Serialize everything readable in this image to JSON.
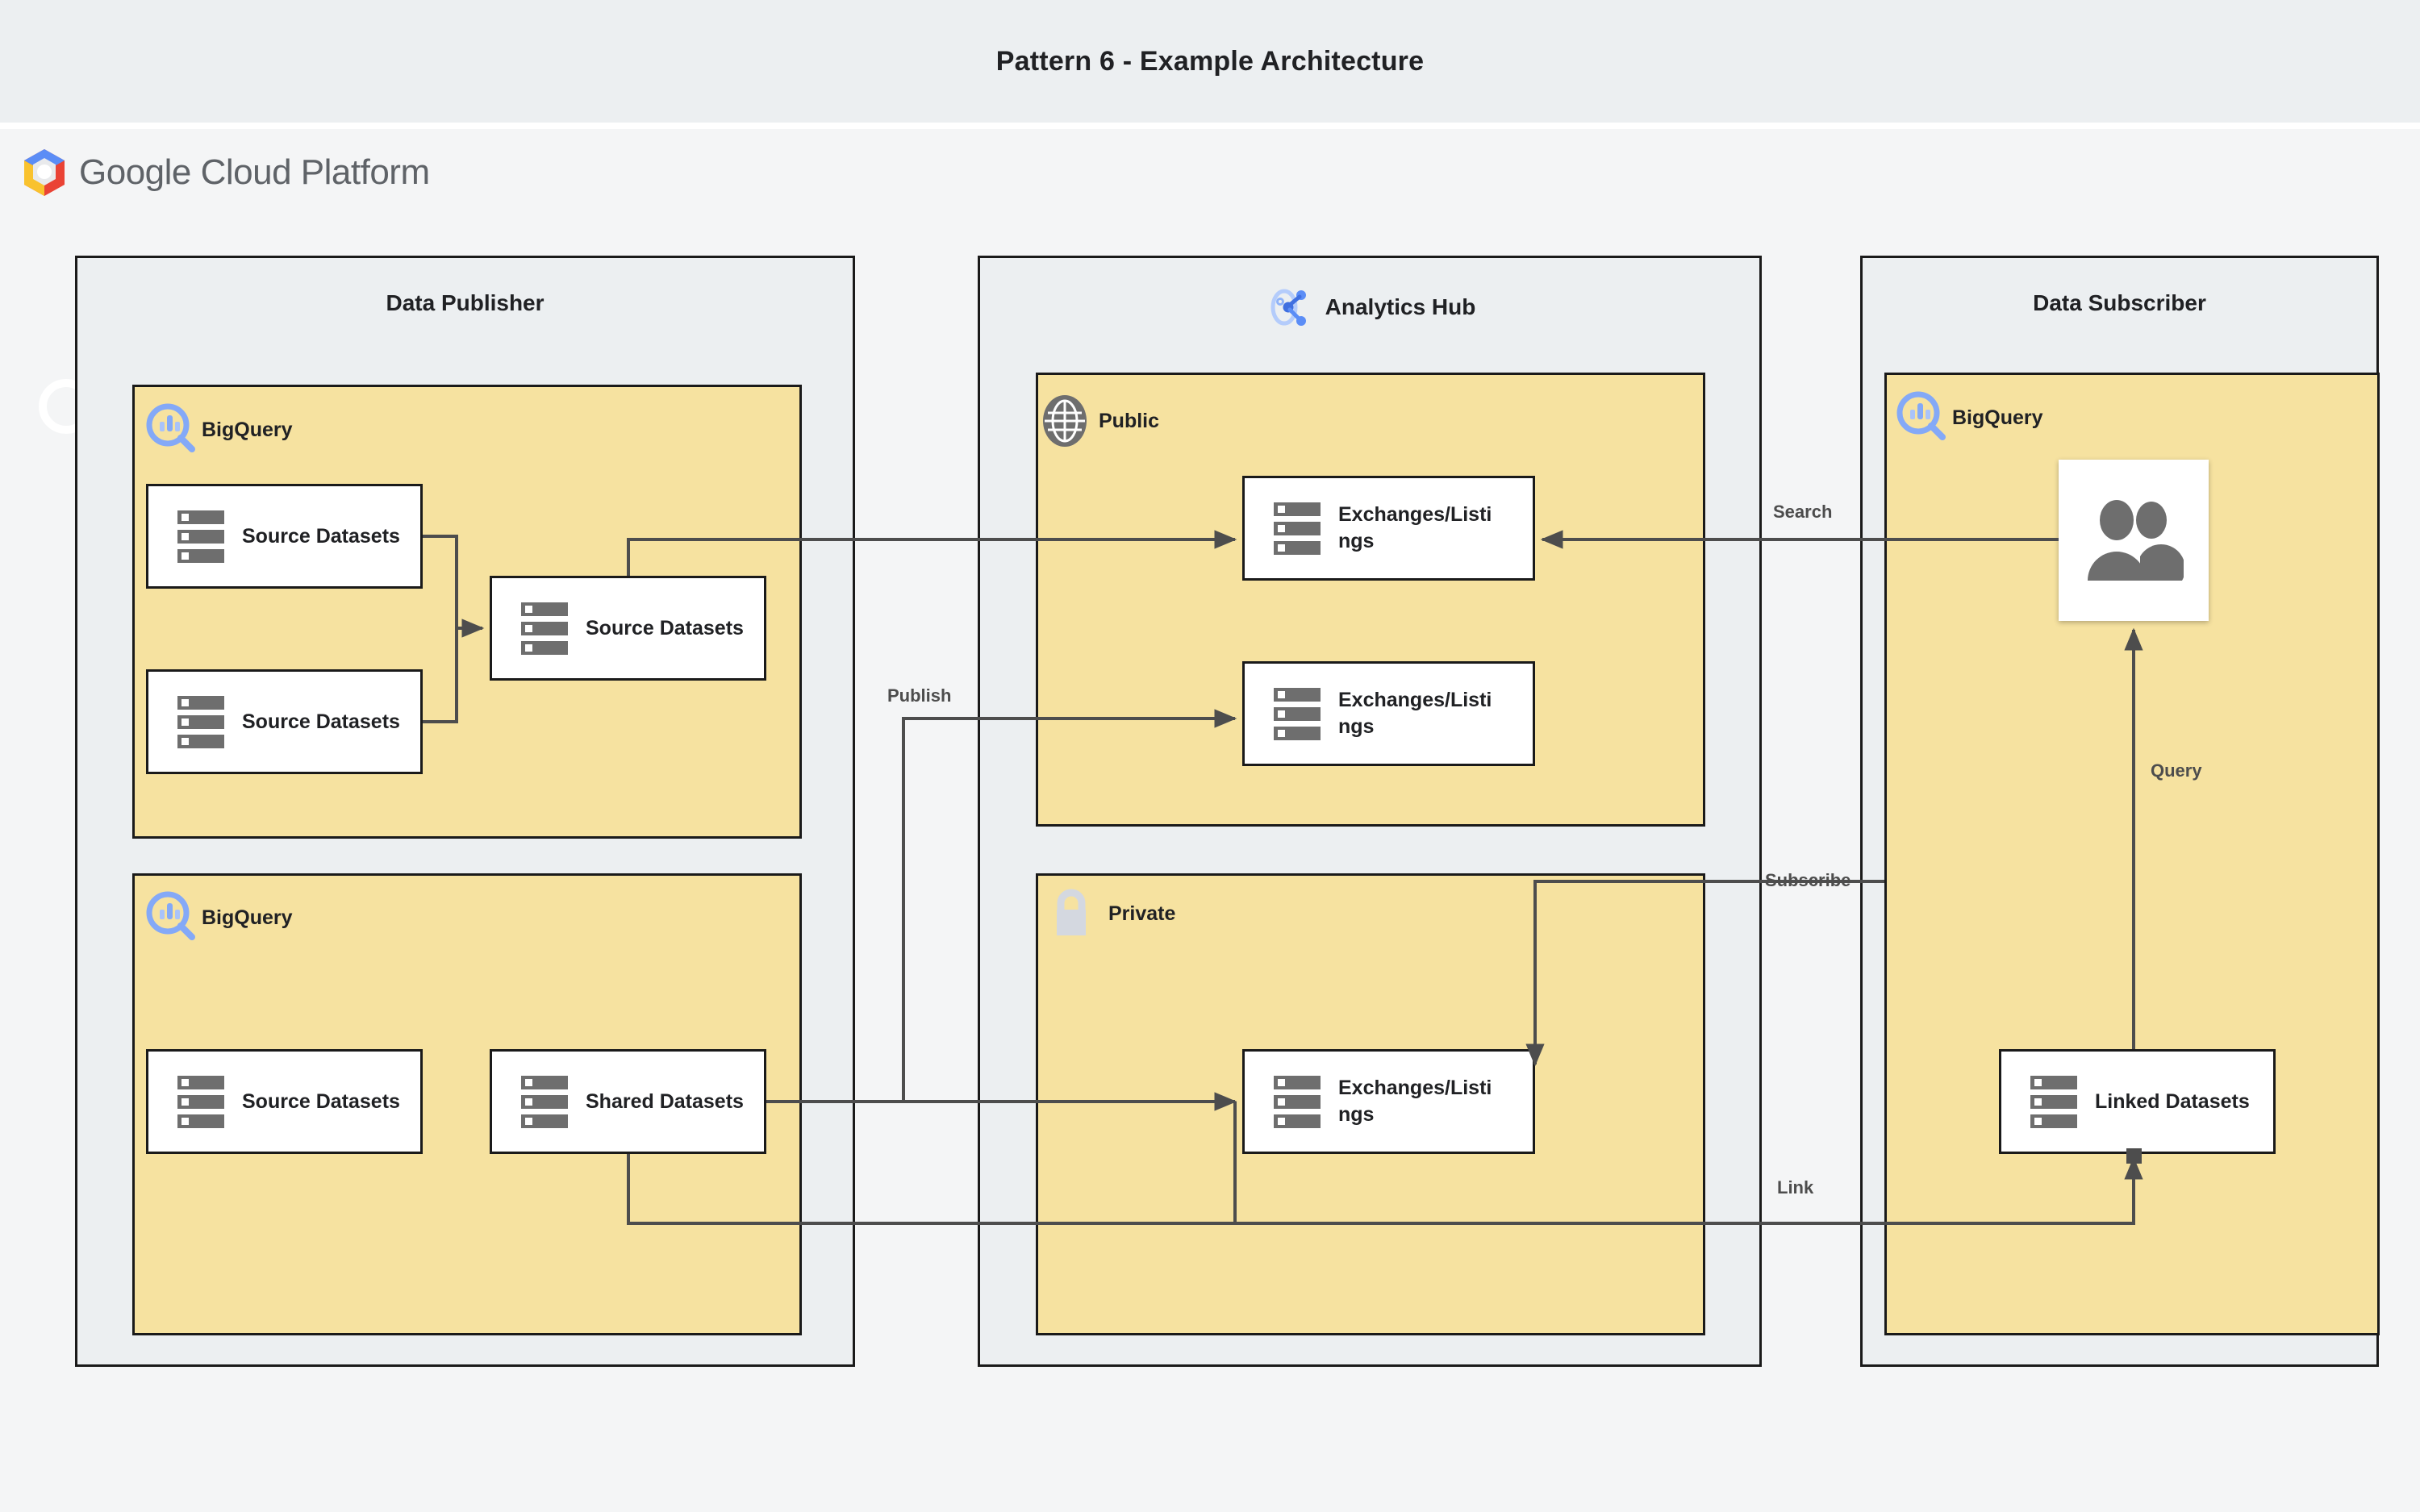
{
  "page": {
    "title": "Pattern 6 - Example Architecture",
    "brand": "Google Cloud Platform",
    "colors": {
      "title_band": "#eceff1",
      "body_bg": "#f4f5f6",
      "group_fill": "#eceff1",
      "panel_fill": "#f6e2a0",
      "node_fill": "#ffffff",
      "stroke": "#1a1a1a",
      "edge": "#4d4d4d",
      "icon_gray": "#6e6e6e",
      "bigquery_blue": "#84a9f7",
      "analytics_hub_blue": "#5b8df6",
      "lock_gray": "#d4d8e0"
    }
  },
  "groups": [
    {
      "id": "data-publisher",
      "title": "Data Publisher",
      "icon": null
    },
    {
      "id": "analytics-hub",
      "title": "Analytics Hub",
      "icon": "analytics-hub-share-icon"
    },
    {
      "id": "data-subscriber",
      "title": "Data Subscriber",
      "icon": null
    }
  ],
  "panels": [
    {
      "id": "publisher-bigquery-top",
      "label": "BigQuery",
      "icon": "bigquery-icon"
    },
    {
      "id": "publisher-bigquery-bottom",
      "label": "BigQuery",
      "icon": "bigquery-icon"
    },
    {
      "id": "hub-public",
      "label": "Public",
      "icon": "globe-icon"
    },
    {
      "id": "hub-private",
      "label": "Private",
      "icon": "lock-icon"
    },
    {
      "id": "subscriber-bigquery",
      "label": "BigQuery",
      "icon": "bigquery-icon"
    }
  ],
  "nodes": [
    {
      "id": "pub-source-1",
      "label": "Source Datasets",
      "icon": "dataset-icon"
    },
    {
      "id": "pub-source-2",
      "label": "Source Datasets",
      "icon": "dataset-icon"
    },
    {
      "id": "pub-source-3",
      "label": "Source Datasets",
      "icon": "dataset-icon"
    },
    {
      "id": "pub-source-4",
      "label": "Source Datasets",
      "icon": "dataset-icon"
    },
    {
      "id": "pub-shared",
      "label": "Shared Datasets",
      "icon": "dataset-icon"
    },
    {
      "id": "hub-listing-1",
      "label": "Exchanges/Listings",
      "icon": "dataset-icon"
    },
    {
      "id": "hub-listing-2",
      "label": "Exchanges/Listings",
      "icon": "dataset-icon"
    },
    {
      "id": "hub-listing-3",
      "label": "Exchanges/Listings",
      "icon": "dataset-icon"
    },
    {
      "id": "sub-users",
      "label": "",
      "icon": "users-icon"
    },
    {
      "id": "sub-linked",
      "label": "Linked Datasets",
      "icon": "dataset-icon"
    }
  ],
  "edge_labels": [
    {
      "id": "publish",
      "text": "Publish"
    },
    {
      "id": "search",
      "text": "Search"
    },
    {
      "id": "subscribe",
      "text": "Subscribe"
    },
    {
      "id": "query",
      "text": "Query"
    },
    {
      "id": "link",
      "text": "Link"
    }
  ]
}
